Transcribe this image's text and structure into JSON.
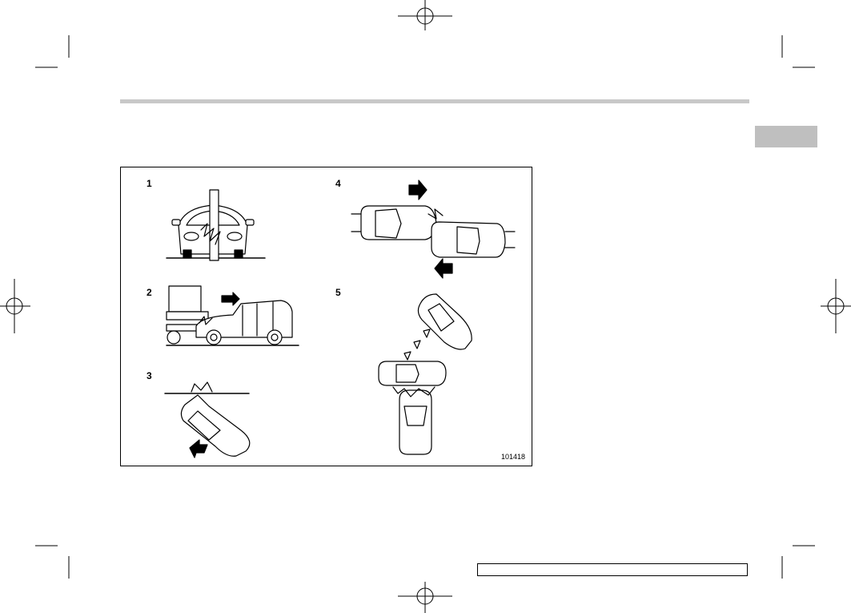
{
  "figure": {
    "labels": [
      "1",
      "2",
      "3",
      "4",
      "5"
    ],
    "image_code": "101418",
    "subject": "car collision illustrations"
  },
  "footer": {
    "page_box_text": ""
  },
  "colors": {
    "header_bar": "#c8c8c8",
    "side_tab": "#bfbfbf",
    "line": "#000000"
  }
}
